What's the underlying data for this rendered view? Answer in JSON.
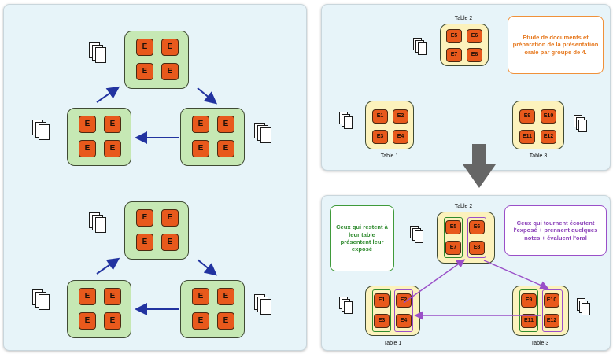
{
  "top_right": {
    "tables": [
      {
        "label": "Table 2",
        "students": [
          "E5",
          "E6",
          "E7",
          "E8"
        ]
      },
      {
        "label": "Table 1",
        "students": [
          "E1",
          "E2",
          "E3",
          "E4"
        ]
      },
      {
        "label": "Table 3",
        "students": [
          "E9",
          "E10",
          "E11",
          "E12"
        ]
      }
    ],
    "note": "Etude de documents et préparation de la présentation orale par groupe de 4."
  },
  "bottom_right": {
    "tables": [
      {
        "label": "Table 2",
        "students": [
          "E5",
          "E6",
          "E7",
          "E8"
        ]
      },
      {
        "label": "Table 1",
        "students": [
          "E1",
          "E2",
          "E3",
          "E4"
        ]
      },
      {
        "label": "Table 3",
        "students": [
          "E9",
          "E10",
          "E11",
          "E12"
        ]
      }
    ],
    "note_stay": "Ceux qui restent à leur table présentent leur exposé",
    "note_move": "Ceux qui tournent écoutent l'exposé + prennent quelques notes + évaluent l'oral"
  },
  "left": {
    "student_label": "E"
  },
  "colors": {
    "student_fill": "#e8591c",
    "green_table": "#c6e8b4",
    "yellow_table": "#fcf2bc",
    "arrow_blue": "#2233a0",
    "purple": "#9a4fc8",
    "green_border": "#3f9a3a",
    "orange_note": "#f0913a",
    "big_arrow": "#666666"
  },
  "icons": [
    "document-stack-icon",
    "down-arrow-icon",
    "rotation-arrow-icon"
  ]
}
